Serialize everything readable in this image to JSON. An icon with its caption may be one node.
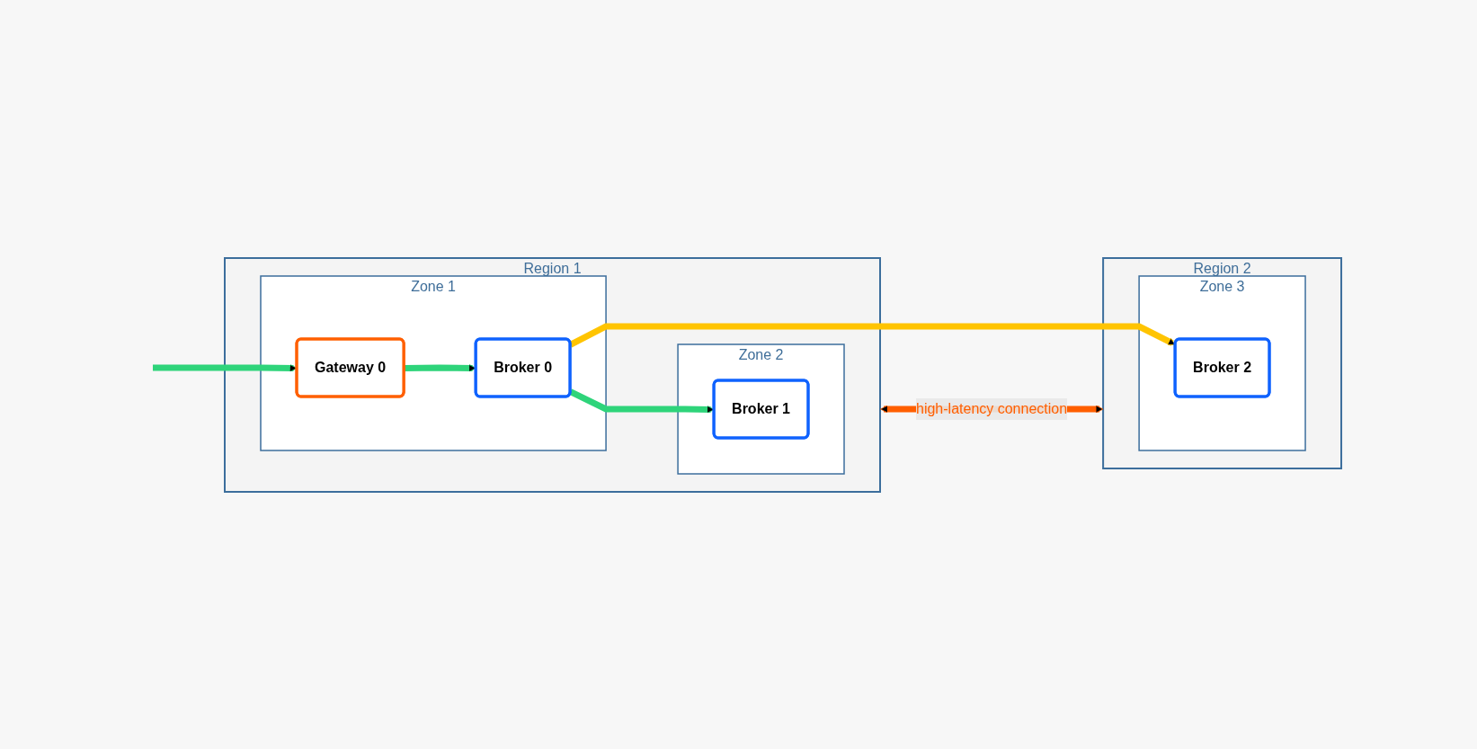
{
  "diagram": {
    "nodes": [
      {
        "text": [
          "Region 1"
        ]
      },
      {
        "text": [
          "Zone 1"
        ],
        "in": 0
      },
      {
        "text": [
          "Gateway 0"
        ],
        "in": 1
      },
      {
        "text": [
          "Broker 0"
        ],
        "in": 1
      },
      {
        "text": [
          "Zone 2"
        ],
        "in": 0
      },
      {
        "text": [
          "Broker 1"
        ],
        "in": 4
      },
      {
        "text": [
          "Region 2"
        ]
      },
      {
        "text": [
          "Zone 3"
        ],
        "in": 6
      },
      {
        "text": [
          "Broker 2"
        ],
        "in": 7
      }
    ],
    "edges": [
      {
        "from": null,
        "to": 2,
        "arrow": "to"
      },
      {
        "from": 2,
        "to": 3,
        "arrow": "to"
      },
      {
        "from": 3,
        "to": 8,
        "arrow": "to",
        "color": "#ffc400"
      },
      {
        "from": 3,
        "to": 5,
        "arrow": "to"
      },
      {
        "from": 0,
        "to": 6,
        "arrow": "both",
        "label": "high-latency connection",
        "color": "#ff5f00"
      }
    ]
  }
}
